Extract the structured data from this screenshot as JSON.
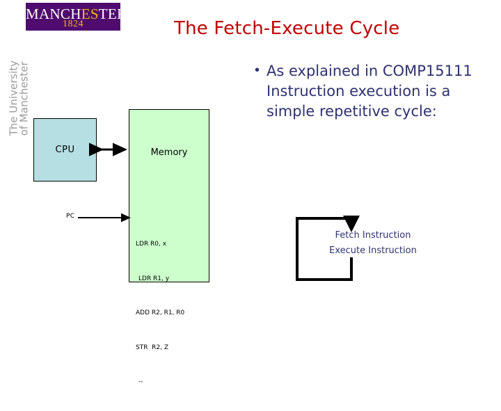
{
  "branding": {
    "logo_word_prefix": "MANCH",
    "logo_word_gold": "ES",
    "logo_word_suffix": "TER",
    "logo_year": "1824",
    "vertical_text": "The University\nof Manchester",
    "logo_bg_color": "#4f0b6e",
    "logo_gold_color": "#f2b718"
  },
  "slide": {
    "title": "The Fetch-Execute Cycle",
    "title_color": "#c00000",
    "body_color": "#2e3270"
  },
  "bullets": [
    {
      "marker": "•",
      "text": "As explained in COMP15111 Instruction execution is a simple repetitive cycle:"
    }
  ],
  "diagram": {
    "cpu": {
      "label": "CPU",
      "fill_color": "#b5dfe3"
    },
    "memory": {
      "label": "Memory",
      "fill_color": "#ccffcc",
      "code_lines": [
        "LDR R0, x",
        "LDR R1, y",
        "ADD R2, R1, R0",
        "STR  R2, Z",
        "--"
      ]
    },
    "pc": {
      "label": "PC"
    },
    "bus_arrow": {
      "name": "cpu-memory-bidirectional-arrow"
    }
  },
  "cycle": {
    "lines": [
      "Fetch Instruction",
      "Execute Instruction"
    ]
  }
}
